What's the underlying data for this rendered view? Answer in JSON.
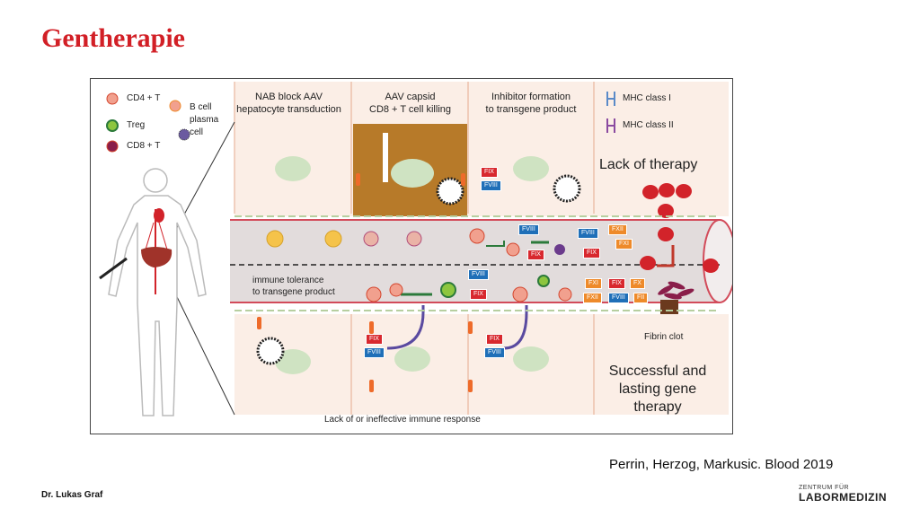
{
  "title": "Gentherapie",
  "legend": {
    "cd4": "CD4 + T",
    "treg": "Treg",
    "cd8": "CD8 + T",
    "bcell": "B cell",
    "plasma": "plasma",
    "cell": "cell",
    "mhc1": "MHC class I",
    "mhc2": "MHC class II"
  },
  "headers": {
    "nab_line1": "NAB block AAV",
    "nab_line2": "hepatocyte transduction",
    "capsid_line1": "AAV capsid",
    "capsid_line2": "CD8 + T cell killing",
    "inhibitor_line1": "Inhibitor formation",
    "inhibitor_line2": "to transgene product"
  },
  "labels": {
    "lack_of_therapy": "Lack of therapy",
    "tolerance_line1": "immune tolerance",
    "tolerance_line2": "to transgene product",
    "fibrin_clot": "Fibrin clot",
    "success_line1": "Successful and",
    "success_line2": "lasting gene",
    "success_line3": "therapy",
    "lack_response": "Lack of or ineffective immune response"
  },
  "factors": {
    "fix": "FIX",
    "fviii": "FVIII",
    "fxi": "FXI",
    "fxii": "FXII",
    "fx": "FX",
    "fii": "FII"
  },
  "reference": "Perrin, Herzog, Markusic. Blood 2019",
  "footer": {
    "author": "Dr. Lukas Graf",
    "logo_top": "ZENTRUM FÜR",
    "logo_main": "LABORMEDIZIN"
  }
}
